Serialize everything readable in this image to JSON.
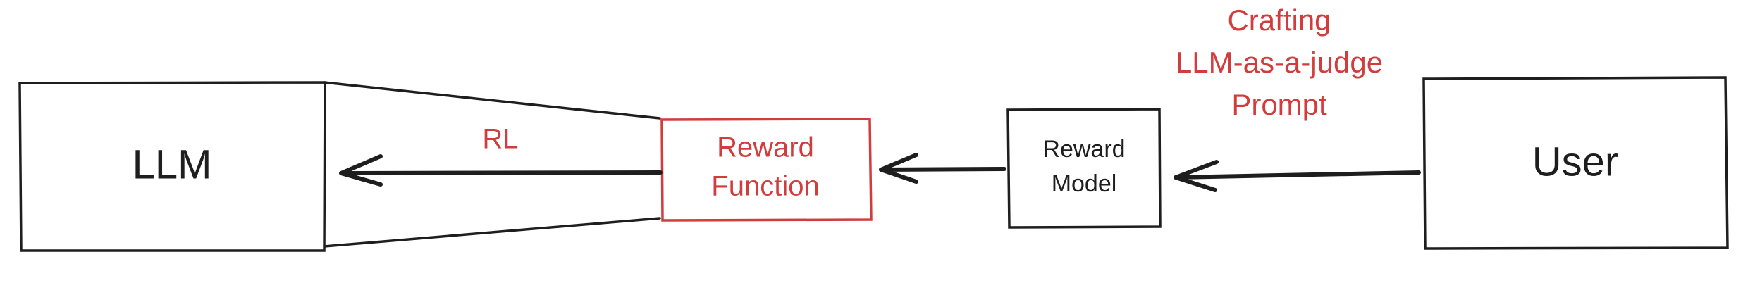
{
  "nodes": {
    "llm": {
      "label": "LLM"
    },
    "reward_function": {
      "line1": "Reward",
      "line2": "Function"
    },
    "reward_model": {
      "line1": "Reward",
      "line2": "Model"
    },
    "user": {
      "label": "User"
    }
  },
  "edges": {
    "rl": {
      "label": "RL"
    },
    "prompt": {
      "line1": "Crafting",
      "line2": "LLM-as-a-judge",
      "line3": "Prompt"
    }
  },
  "colors": {
    "ink": "#1e1e1e",
    "accent": "#d13c3c",
    "background": "#ffffff"
  }
}
